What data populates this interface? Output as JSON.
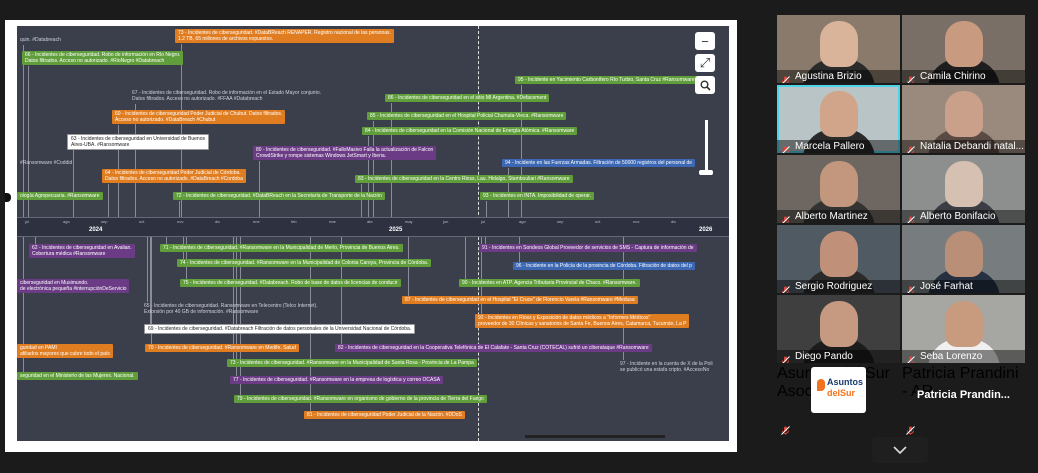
{
  "timeline": {
    "years": [
      "2024",
      "2025",
      "2026"
    ],
    "months_2024": [
      "jul",
      "ago",
      "sep",
      "oct",
      "nov",
      "dic",
      "ene",
      "feb",
      "mar",
      "abr",
      "may",
      "jun",
      "jul",
      "ago",
      "sep",
      "oct",
      "nov",
      "dic"
    ],
    "events_top": [
      {
        "t": "73 - Incidentes de ciberseguridad. #DataBReach RENAPER. Registro nacional de las personas.",
        "t2": "1.2 TB, 65 millones de archivos expuestos.",
        "c": "orange"
      },
      {
        "t": "quin. #Databreach",
        "c": "txt"
      },
      {
        "t": "66 - Incidentes de ciberseguridad. Robo de información en Río Negro.",
        "t2": "Datos filtrados. Acceso no autorizado. #RioNegro #Databreach",
        "c": "green"
      },
      {
        "t": "95 - Incidente en Yacimiento Carbonífero Río Turbio, Santa Cruz #Ransomware",
        "c": "green"
      },
      {
        "t": "67 - Incidentes de ciberseguridad. Robo de información en el Estado Mayor conjunto.",
        "t2": "Datos filtrados. Acceso no autorizado. #FFAA #Databreach",
        "c": "txt"
      },
      {
        "t": "86 - Incidentes de ciberseguridad en el sitio MI Argentina. #Defacement",
        "c": "green"
      },
      {
        "t": "60 - Incidentes de ciberseguridad Poder Judicial de Chubut. Datos filtrados.",
        "t2": "Acceso no autorizado. #DataBreach #Chubut",
        "c": "orange"
      },
      {
        "t": "85 - Incidentes de ciberseguridad en el Hospital Policial Chumula-Vieca. #Ransomware",
        "c": "green"
      },
      {
        "t": "84 - Incidentes de ciberseguridad en la Comisión Nacional de Energía Atómica. #Ransomware",
        "c": "green"
      },
      {
        "t": "63 - Incidentes de ciberseguridad en Universidad de Buenos",
        "t2": "Aires-UBA. #Ransomware",
        "c": "white"
      },
      {
        "t": "80 - Incidentes de ciberseguridad. #FalloMasivo Falla la actualización de Falcon",
        "t2": "CrowdStrike y rompe sistemas Windows JetSmart y Iberia.",
        "c": "purple"
      },
      {
        "t": "94 - Incidente en las Fuerzas Armadas. Filtración de 50000 registros del personal de",
        "c": "blue"
      },
      {
        "t": "#Ransomware   #Coddid",
        "c": "txt"
      },
      {
        "t": "64 - Incidentes de ciberseguridad Poder Judicial de Córdoba.",
        "t2": "Datos filtrados. Acceso no autorizado. #DataBreach #Cordoba",
        "c": "orange"
      },
      {
        "t": "83 - Incidentes de ciberseguridad en la Centro Rioss, Lau. Hidalgo, Stambouliari #Ransomware",
        "c": "green"
      },
      {
        "t": "ología Agropecuaria. #Ransomware",
        "c": "green"
      },
      {
        "t": "72 - Incidentes de ciberseguridad. #DataBReach en la Secretaría de Transporte de la Nación",
        "c": "green"
      },
      {
        "t": "93 - Incidentes en INTA. Imposibilidad de operar.",
        "c": "green"
      }
    ],
    "events_bottom": [
      {
        "t": "62 - Incidentes de ciberseguridad en Avalian.",
        "t2": "Cobertura médica #Ransomware",
        "c": "purple"
      },
      {
        "t": "71 - Incidentes de ciberseguridad. #Ransomware en la Municipalidad de Merlo, Provincia de Buenos Aires.",
        "c": "green"
      },
      {
        "t": "91 - Incidentes en Sondeos Global Proveedor de servicios de SMS - Captura de información de",
        "c": "purple"
      },
      {
        "t": "74 - Incidentes de ciberseguridad. #Ransomware en la Municipalidad de Colonia Caroya, Provincia de Córdoba.",
        "c": "green"
      },
      {
        "t": "96 - Incidente en la Policía de la provincia de Córdoba. Filtración de datos del p",
        "c": "blue"
      },
      {
        "t": "ciberseguridad en Musimundo.",
        "t2": "de electrónica pequeña #interrupciónDeServicio",
        "c": "purple"
      },
      {
        "t": "75 - Incidentes de ciberseguridad. #Databreach. Robo de base de datos de licencias de conducir",
        "c": "green"
      },
      {
        "t": "90 - Incidentes en ATP. Agencia Tributaria Provincial de Chaco. #Ransomware.",
        "c": "green"
      },
      {
        "t": "87 - Incidentes de ciberseguridad en el Hospital \"El Cruce\" de Florencio Varela #Ransomware #Medusa",
        "c": "orange"
      },
      {
        "t": "65 - Incidentes de ciberseguridad. Ransomware en Telecentro (Telco Internet).",
        "t2": "Extorsión por 40 GB de información. #Ransomware",
        "c": "txt"
      },
      {
        "t": "92 - Incidentes en Rioss y Exposición de datos médicos a \"Informes Médicos\"",
        "t2": "proveedor de 30 Clínicas y sanatorios de Santa Fe, Buenos Aires, Catamarca, Tucumán, La P",
        "c": "orange"
      },
      {
        "t": "69 - Incidentes de ciberseguridad. #Databreach Filtración de datos personales de la Universidad Nacional de Córdoba.",
        "c": "white"
      },
      {
        "t": "guridad en PAMI",
        "t2": "afiliados mayores que cubre todo el país",
        "c": "orange"
      },
      {
        "t": "70 - Incidentes de ciberseguridad. #Ransomware en Medife. Salud",
        "c": "orange"
      },
      {
        "t": "82 - Incidentes de ciberseguridad en la Cooperativa Telefónica de El Calafate - Santa Cruz (COTECAL) sufrió un ciberataque #Ransomware",
        "c": "purple"
      },
      {
        "t": "73 - Incidentes de ciberseguridad. #Ransomware en la Municipalidad de Santa Rosa - Provincia de La Pampa",
        "c": "green"
      },
      {
        "t": "97 - Incidente en la cuenta de X de la Poli",
        "t2": "se publicó una estafa cripto. #AccesoNo",
        "c": "txt"
      },
      {
        "t": "seguridad en el Ministerio de las Mujeres. Nacional.",
        "c": "green"
      },
      {
        "t": "77 - Incidentes de ciberseguridad. #Ransomware en la empresa de logística y correo OCASA",
        "c": "purple"
      },
      {
        "t": "79 - Incidentes de ciberseguridad. #Ransomware en organismo de gobierno de la provincia de Tierra del Fuego",
        "c": "green"
      },
      {
        "t": "81 - Incidentes de ciberseguridad Poder Judicial de la Nación. #DDoS",
        "c": "orange"
      }
    ]
  },
  "participants": [
    {
      "name": "Agustina Brizio",
      "bg": "#8a7a6c",
      "face": "#d9b39a",
      "body": "#2b2b2b"
    },
    {
      "name": "Camila Chirino",
      "bg": "#7a6f66",
      "face": "#c89a80",
      "body": "#1e1e1e"
    },
    {
      "name": "Marcela Pallero",
      "bg": "#b8c4c6",
      "face": "#d1a58a",
      "body": "#2a2a2a"
    },
    {
      "name": "Natalia Debandi natal...",
      "bg": "#9a8a7e",
      "face": "#caa08a",
      "body": "#5a4a44"
    },
    {
      "name": "Alberto Martinez",
      "bg": "#6e6660",
      "face": "#c2977d",
      "body": "#333333"
    },
    {
      "name": "Alberto Bonifacio",
      "bg": "#8c8f8e",
      "face": "#d6c0b2",
      "body": "#3a3d44"
    },
    {
      "name": "Sergio Rodriguez",
      "bg": "#4f5a63",
      "face": "#c09078",
      "body": "#2a2a2a"
    },
    {
      "name": "José Farhat",
      "bg": "#777c7f",
      "face": "#b98f78",
      "body": "#263041"
    },
    {
      "name": "Diego Pando",
      "bg": "#3f3f40",
      "face": "#c69a80",
      "body": "#1c1c1c"
    },
    {
      "name": "Seba Lorenzo",
      "bg": "#a6a7a3",
      "face": "#c89a7e",
      "body": "#f0f0f0"
    }
  ],
  "bottom_tiles": [
    {
      "label": "Asuntos del Sur Asoci...",
      "logo_line1": "Asuntos",
      "logo_line2": "delSur"
    },
    {
      "label": "Patricia Prandini - AR",
      "big": "Patricia  Prandin..."
    }
  ],
  "colors": {
    "active_border": "#4fd3e8",
    "mic_off": "#e0443c"
  }
}
